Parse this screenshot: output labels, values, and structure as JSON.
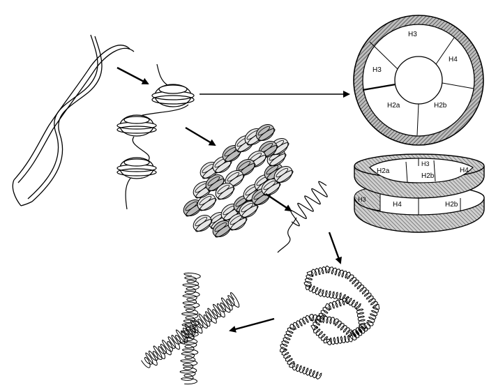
{
  "octamer_top_view": {
    "segments": [
      "H3",
      "H4",
      "H2b",
      "H2a",
      "H3"
    ]
  },
  "octamer_side_view": {
    "upper_disc": [
      "H2a",
      "H2b",
      "H3",
      "H4"
    ],
    "lower_disc": [
      "H3",
      "H4",
      "H2b"
    ]
  },
  "colors": {
    "ink": "#000000",
    "background": "#ffffff",
    "hatch": "#555555"
  }
}
